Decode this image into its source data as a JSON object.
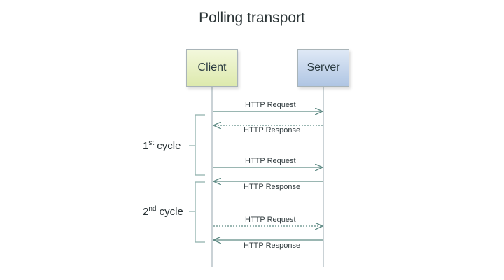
{
  "title": "Polling transport",
  "actors": {
    "client": "Client",
    "server": "Server"
  },
  "messages": [
    {
      "label": "HTTP Request",
      "direction": "to-server",
      "style": "solid"
    },
    {
      "label": "HTTP Response",
      "direction": "to-client",
      "style": "dotted"
    },
    {
      "label": "HTTP Request",
      "direction": "to-server",
      "style": "solid"
    },
    {
      "label": "HTTP Response",
      "direction": "to-client",
      "style": "solid"
    },
    {
      "label": "HTTP Request",
      "direction": "to-server",
      "style": "dotted"
    },
    {
      "label": "HTTP Response",
      "direction": "to-client",
      "style": "solid"
    }
  ],
  "cycles": [
    {
      "number": "1",
      "suffix": "st",
      "label": "cycle"
    },
    {
      "number": "2",
      "suffix": "nd",
      "label": "cycle"
    }
  ],
  "colors": {
    "arrow": "#5e8a84",
    "lifeline": "#b8c4c8",
    "bracket": "#8fb0ac"
  }
}
